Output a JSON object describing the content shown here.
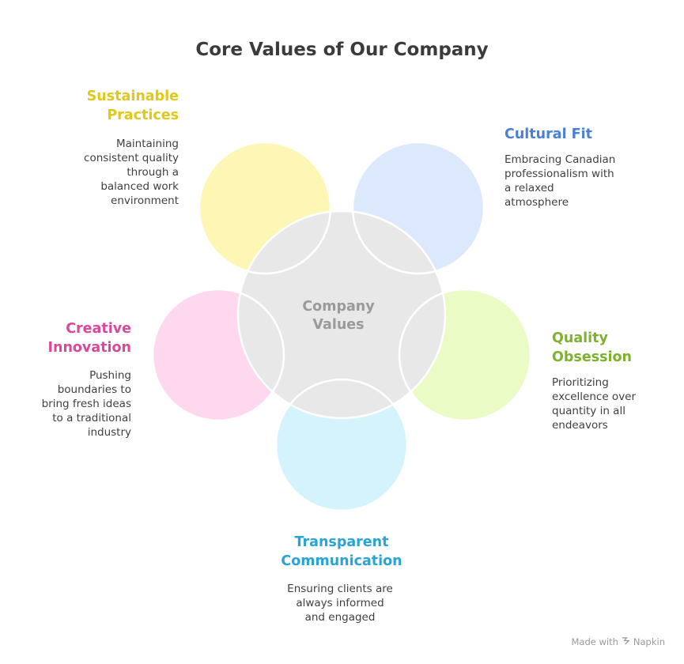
{
  "title": "Core Values of Our Company",
  "center": {
    "line1": "Company",
    "line2": "Values"
  },
  "values": {
    "sustainable": {
      "label_line1": "Sustainable",
      "label_line2": "Practices",
      "desc": [
        "Maintaining",
        "consistent quality",
        "through a",
        "balanced work",
        "environment"
      ],
      "color": "#e0c81a",
      "fill": "#fdf6b4"
    },
    "cultural": {
      "label_line1": "Cultural Fit",
      "desc": [
        "Embracing Canadian",
        "professionalism with",
        "a relaxed",
        "atmosphere"
      ],
      "color": "#4a80d6",
      "fill": "#dce8fb"
    },
    "quality": {
      "label_line1": "Quality",
      "label_line2": "Obsession",
      "desc": [
        "Prioritizing",
        "excellence over",
        "quantity in all",
        "endeavors"
      ],
      "color": "#7db12e",
      "fill": "#eafbc6"
    },
    "transparent": {
      "label_line1": "Transparent",
      "label_line2": "Communication",
      "desc": [
        "Ensuring clients are",
        "always informed",
        "and engaged"
      ],
      "color": "#2aa3d6",
      "fill": "#d4f3fc"
    },
    "creative": {
      "label_line1": "Creative",
      "label_line2": "Innovation",
      "desc": [
        "Pushing",
        "boundaries to",
        "bring fresh ideas",
        "to a traditional",
        "industry"
      ],
      "color": "#d9489a",
      "fill": "#fdd8ee"
    }
  },
  "center_fill": "#e8e8e8",
  "center_text_color": "#9a9a9a",
  "watermark": {
    "prefix": "Made with",
    "brand": "Napkin"
  }
}
